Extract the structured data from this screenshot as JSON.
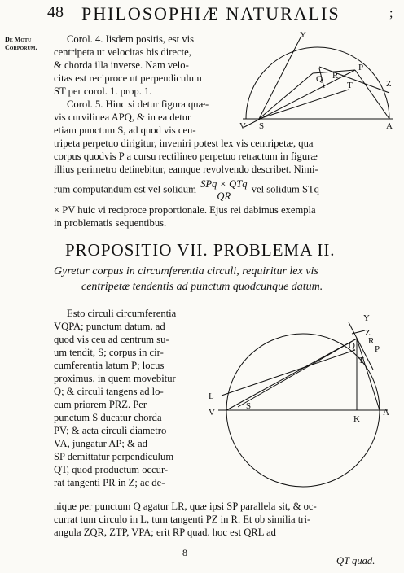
{
  "header": {
    "page_number": "48",
    "title": "PHILOSOPHIÆ NATURALIS",
    "corner_mark": ";"
  },
  "margin_note": {
    "line1": "De Motu",
    "line2": "Corporum."
  },
  "corollaries": [
    "Corol. 4. Iisdem positis, est vis",
    "centripeta ut velocitas bis directe,",
    "& chorda illa inverse. Nam velo-",
    "citas est reciproce ut perpendiculum",
    "ST per corol. 1. prop. 1.",
    "Corol. 5. Hinc si detur figura quæ-",
    "vis curvilinea APQ, & in ea detur",
    "etiam punctum S, ad quod vis cen-",
    "tripeta perpetuo dirigitur, inveniri potest lex vis centripetæ, qua",
    "corpus quodvis P a cursu rectilineo perpetuo retractum in figuræ",
    "illius perimetro detinebitur, eamque revolvendo describet. Nimi-"
  ],
  "formula_line": {
    "prefix": "rum computandum est vel solidum",
    "numerator": "SPq × QTq",
    "denominator": "QR",
    "suffix": "vel solidum STq"
  },
  "after_formula": [
    "× PV huic vi reciproce proportionale. Ejus rei dabimus exempla",
    "in problematis sequentibus."
  ],
  "section_title": "PROPOSITIO VII. PROBLEMA II.",
  "problem_statement": [
    "Gyretur corpus in circumferentia circuli, requiritur lex vis",
    "centripetæ tendentis ad punctum quodcunque datum."
  ],
  "solution": [
    "Esto circuli circumferentia",
    "VQPA; punctum datum, ad",
    "quod vis ceu ad centrum su-",
    "um tendit, S; corpus in cir-",
    "cumferentia latum P; locus",
    "proximus, in quem movebitur",
    "Q; & circuli tangens ad lo-",
    "cum priorem PRZ. Per",
    "punctum S ducatur chorda",
    "PV; & acta circuli diametro",
    "VA, jungatur AP; & ad",
    "SP demittatur perpendiculum",
    "QT, quod productum occur-",
    "rat tangenti PR in Z; ac de-"
  ],
  "solution_full": [
    "nique per punctum Q agatur LR, quæ ipsi SP parallela sit, & oc-",
    "currat tum circulo in L, tum tangenti PZ in R. Et ob similia tri-",
    "angula ZQR, ZTP, VPA; erit RP quad. hoc est QRL ad"
  ],
  "footer": {
    "signature": "8",
    "catchword": "QT quad."
  },
  "figure1_labels": {
    "Y": "Y",
    "R": "R",
    "P": "P",
    "Q": "Q",
    "T": "T",
    "Z": "Z",
    "V": "V",
    "S": "S",
    "A": "A"
  },
  "figure2_labels": {
    "Y": "Y",
    "Z": "Z",
    "R": "R",
    "Q": "Q",
    "P": "P",
    "T": "T",
    "L": "L",
    "V": "V",
    "S": "S",
    "K": "K",
    "A": "A"
  }
}
